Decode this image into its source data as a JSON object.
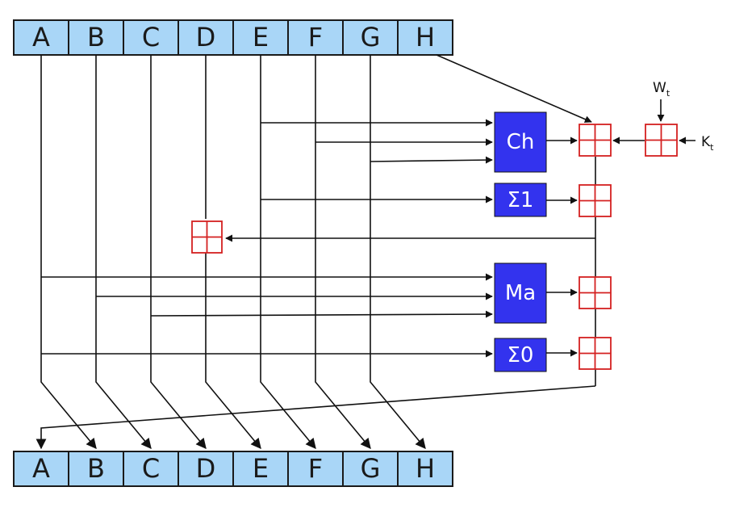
{
  "registers": {
    "top": [
      "A",
      "B",
      "C",
      "D",
      "E",
      "F",
      "G",
      "H"
    ],
    "bottom": [
      "A",
      "B",
      "C",
      "D",
      "E",
      "F",
      "G",
      "H"
    ]
  },
  "functions": {
    "ch": "Ch",
    "sigma1": "Σ1",
    "ma": "Ma",
    "sigma0": "Σ0"
  },
  "inputs": {
    "w": {
      "base": "W",
      "sub": "t"
    },
    "k": {
      "base": "K",
      "sub": "t"
    }
  },
  "colors": {
    "register_fill": "#a9d6f7",
    "function_fill": "#3333ee",
    "adder_stroke": "#d42020"
  },
  "icons": {
    "adder": "modular-addition-icon"
  }
}
